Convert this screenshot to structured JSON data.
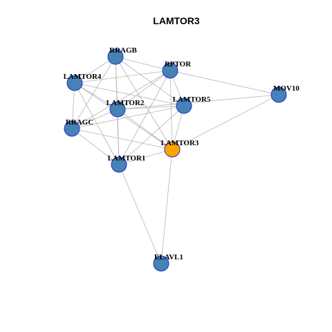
{
  "title": "LAMTOR3",
  "colors": {
    "node_fill": "#4682B4",
    "focus_fill": "#FFA500",
    "node_stroke": "#1F2FC7",
    "edge": "#B3B3B3"
  },
  "focus_node": "LAMTOR3",
  "nodes": [
    "RRAGB",
    "RPTOR",
    "LAMTOR4",
    "MOV10",
    "LAMTOR5",
    "LAMTOR2",
    "RRAGC",
    "LAMTOR3",
    "LAMTOR1",
    "ELAVL1"
  ],
  "edges": [
    [
      "RRAGB",
      "RPTOR"
    ],
    [
      "RRAGB",
      "LAMTOR4"
    ],
    [
      "RRAGB",
      "LAMTOR5"
    ],
    [
      "RRAGB",
      "LAMTOR2"
    ],
    [
      "RRAGB",
      "RRAGC"
    ],
    [
      "RRAGB",
      "LAMTOR3"
    ],
    [
      "RRAGB",
      "LAMTOR1"
    ],
    [
      "RPTOR",
      "LAMTOR4"
    ],
    [
      "RPTOR",
      "MOV10"
    ],
    [
      "RPTOR",
      "LAMTOR5"
    ],
    [
      "RPTOR",
      "LAMTOR2"
    ],
    [
      "RPTOR",
      "RRAGC"
    ],
    [
      "RPTOR",
      "LAMTOR3"
    ],
    [
      "RPTOR",
      "LAMTOR1"
    ],
    [
      "LAMTOR4",
      "LAMTOR5"
    ],
    [
      "LAMTOR4",
      "LAMTOR2"
    ],
    [
      "LAMTOR4",
      "RRAGC"
    ],
    [
      "LAMTOR4",
      "LAMTOR3"
    ],
    [
      "LAMTOR4",
      "LAMTOR1"
    ],
    [
      "MOV10",
      "LAMTOR2"
    ],
    [
      "MOV10",
      "LAMTOR3"
    ],
    [
      "LAMTOR5",
      "LAMTOR2"
    ],
    [
      "LAMTOR5",
      "RRAGC"
    ],
    [
      "LAMTOR5",
      "LAMTOR3"
    ],
    [
      "LAMTOR5",
      "LAMTOR1"
    ],
    [
      "LAMTOR2",
      "RRAGC"
    ],
    [
      "LAMTOR2",
      "LAMTOR3"
    ],
    [
      "LAMTOR2",
      "LAMTOR1"
    ],
    [
      "RRAGC",
      "LAMTOR3"
    ],
    [
      "RRAGC",
      "LAMTOR1"
    ],
    [
      "LAMTOR3",
      "LAMTOR1"
    ],
    [
      "LAMTOR3",
      "ELAVL1"
    ],
    [
      "LAMTOR1",
      "ELAVL1"
    ]
  ]
}
